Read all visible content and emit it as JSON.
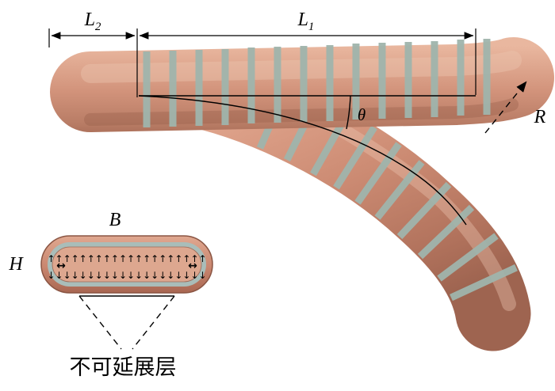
{
  "figure": {
    "labels": {
      "L2": {
        "main": "L",
        "sub": "2"
      },
      "L1": {
        "main": "L",
        "sub": "1"
      },
      "theta": "θ",
      "R": "R",
      "B": "B",
      "H": "H"
    },
    "cross_section": {
      "up_arrows": "↑↑↑↑↑↑↑↑↑↑↑↑↑↑↑↑↑↑↑↑",
      "down_arrows": "↓↓↓↓↓↓↓↓↓↓↓↓↓↓↓↓↓↓↓↓",
      "left_arrows": "↔",
      "right_arrows": "↔"
    },
    "annotation": "不可延展层",
    "colors": {
      "background": "#ffffff",
      "body_light": "#e9b79f",
      "body": "#d2937b",
      "body_dark": "#aa6e58",
      "fiber_ring": "#9fb4ac",
      "gray_layer": "#a9bdb9",
      "section_inner": "#dda78f",
      "line": "#000000"
    }
  }
}
